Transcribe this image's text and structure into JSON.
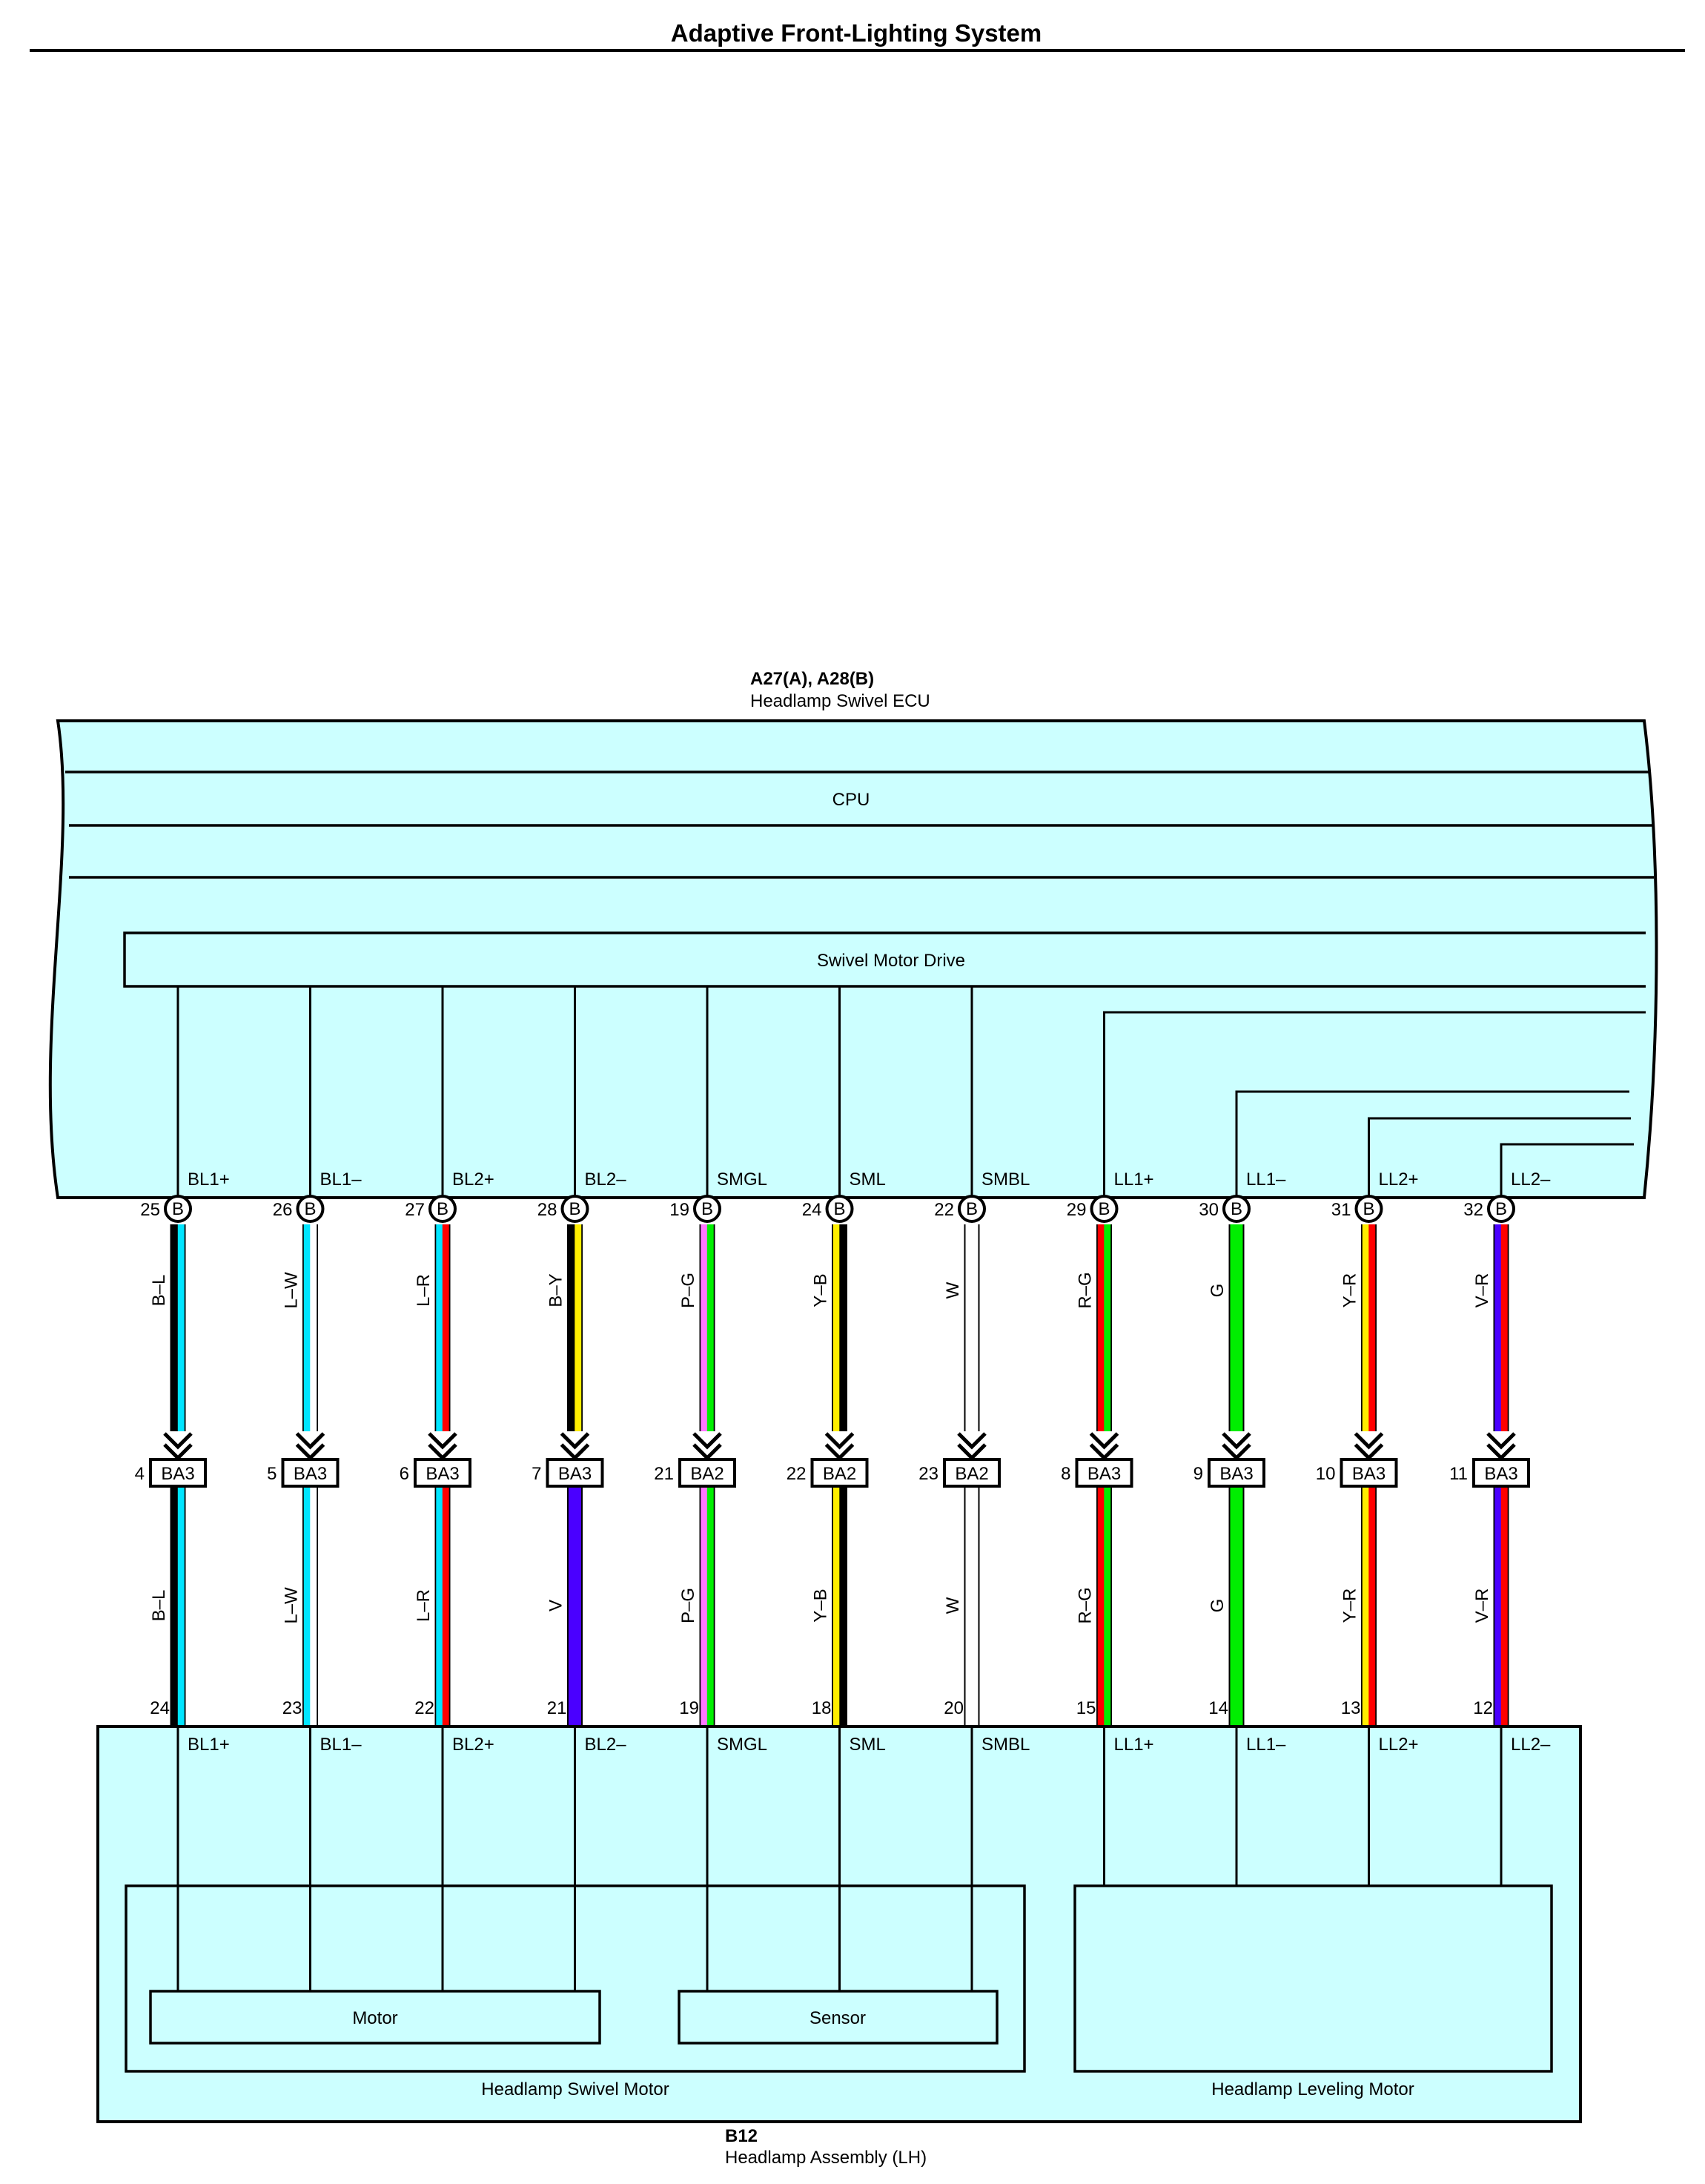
{
  "page": {
    "title": "Adaptive Front-Lighting System"
  },
  "ecu": {
    "code": "A27(A), A28(B)",
    "name": "Headlamp Swivel ECU",
    "cpu_label": "CPU",
    "drive_label": "Swivel Motor Drive",
    "connector_letter": "B"
  },
  "assembly": {
    "code": "B12",
    "name": "Headlamp Assembly (LH)",
    "swivel_motor_label": "Headlamp Swivel Motor",
    "leveling_motor_label": "Headlamp Leveling Motor",
    "motor_label": "Motor",
    "sensor_label": "Sensor"
  },
  "circuits": [
    {
      "signal": "BL1+",
      "ecu_pin": "25",
      "upper_wire": "B–L",
      "upper_colors": [
        "#000000",
        "#00e5ff"
      ],
      "junction_pin": "4",
      "junction": "BA3",
      "lower_wire": "B–L",
      "lower_colors": [
        "#000000",
        "#00e5ff"
      ],
      "assembly_pin": "24"
    },
    {
      "signal": "BL1–",
      "ecu_pin": "26",
      "upper_wire": "L–W",
      "upper_colors": [
        "#00e5ff",
        "#ffffff"
      ],
      "junction_pin": "5",
      "junction": "BA3",
      "lower_wire": "L–W",
      "lower_colors": [
        "#00e5ff",
        "#ffffff"
      ],
      "assembly_pin": "23"
    },
    {
      "signal": "BL2+",
      "ecu_pin": "27",
      "upper_wire": "L–R",
      "upper_colors": [
        "#00e5ff",
        "#ff0000"
      ],
      "junction_pin": "6",
      "junction": "BA3",
      "lower_wire": "L–R",
      "lower_colors": [
        "#00e5ff",
        "#ff0000"
      ],
      "assembly_pin": "22"
    },
    {
      "signal": "BL2–",
      "ecu_pin": "28",
      "upper_wire": "B–Y",
      "upper_colors": [
        "#000000",
        "#ffee00"
      ],
      "junction_pin": "7",
      "junction": "BA3",
      "lower_wire": "V",
      "lower_colors": [
        "#4a00ff"
      ],
      "assembly_pin": "21"
    },
    {
      "signal": "SMGL",
      "ecu_pin": "19",
      "upper_wire": "P–G",
      "upper_colors": [
        "#ff77ff",
        "#00ee00"
      ],
      "junction_pin": "21",
      "junction": "BA2",
      "lower_wire": "P–G",
      "lower_colors": [
        "#ff77ff",
        "#00ee00"
      ],
      "assembly_pin": "19"
    },
    {
      "signal": "SML",
      "ecu_pin": "24",
      "upper_wire": "Y–B",
      "upper_colors": [
        "#ffee00",
        "#000000"
      ],
      "junction_pin": "22",
      "junction": "BA2",
      "lower_wire": "Y–B",
      "lower_colors": [
        "#ffee00",
        "#000000"
      ],
      "assembly_pin": "18"
    },
    {
      "signal": "SMBL",
      "ecu_pin": "22",
      "upper_wire": "W",
      "upper_colors": [
        "#ffffff"
      ],
      "junction_pin": "23",
      "junction": "BA2",
      "lower_wire": "W",
      "lower_colors": [
        "#ffffff"
      ],
      "assembly_pin": "20"
    },
    {
      "signal": "LL1+",
      "ecu_pin": "29",
      "upper_wire": "R–G",
      "upper_colors": [
        "#ff0000",
        "#00ee00"
      ],
      "junction_pin": "8",
      "junction": "BA3",
      "lower_wire": "R–G",
      "lower_colors": [
        "#ff0000",
        "#00ee00"
      ],
      "assembly_pin": "15"
    },
    {
      "signal": "LL1–",
      "ecu_pin": "30",
      "upper_wire": "G",
      "upper_colors": [
        "#00ee00"
      ],
      "junction_pin": "9",
      "junction": "BA3",
      "lower_wire": "G",
      "lower_colors": [
        "#00ee00"
      ],
      "assembly_pin": "14"
    },
    {
      "signal": "LL2+",
      "ecu_pin": "31",
      "upper_wire": "Y–R",
      "upper_colors": [
        "#ffee00",
        "#ff0000"
      ],
      "junction_pin": "10",
      "junction": "BA3",
      "lower_wire": "Y–R",
      "lower_colors": [
        "#ffee00",
        "#ff0000"
      ],
      "assembly_pin": "13"
    },
    {
      "signal": "LL2–",
      "ecu_pin": "32",
      "upper_wire": "V–R",
      "upper_colors": [
        "#4a00ff",
        "#ff0000"
      ],
      "junction_pin": "11",
      "junction": "BA3",
      "lower_wire": "V–R",
      "lower_colors": [
        "#4a00ff",
        "#ff0000"
      ],
      "assembly_pin": "12"
    }
  ],
  "colors": {
    "component_fill": "#ccffff",
    "outline": "#000000"
  }
}
